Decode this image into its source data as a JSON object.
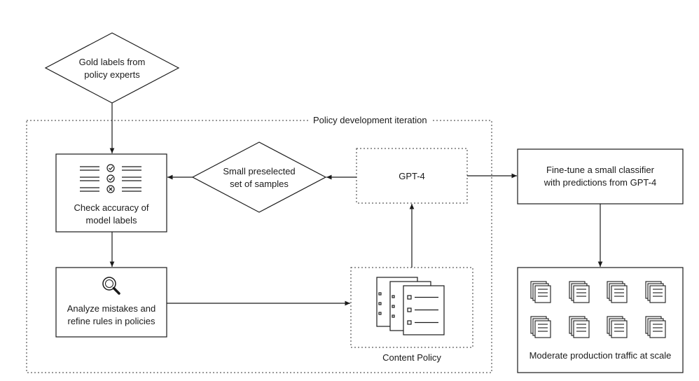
{
  "frame": {
    "title": "Policy development iteration"
  },
  "nodes": {
    "gold_labels": "Gold labels from\npolicy experts",
    "check_accuracy": "Check accuracy of\nmodel labels",
    "samples": "Small preselected\nset of samples",
    "gpt4": "GPT-4",
    "finetune": "Fine-tune a small classifier\nwith predictions from GPT-4",
    "analyze": "Analyze mistakes and\nrefine rules in policies",
    "content_policy": "Content Policy",
    "moderate": "Moderate production traffic at scale"
  },
  "check_marks": [
    "check",
    "check",
    "cross"
  ]
}
